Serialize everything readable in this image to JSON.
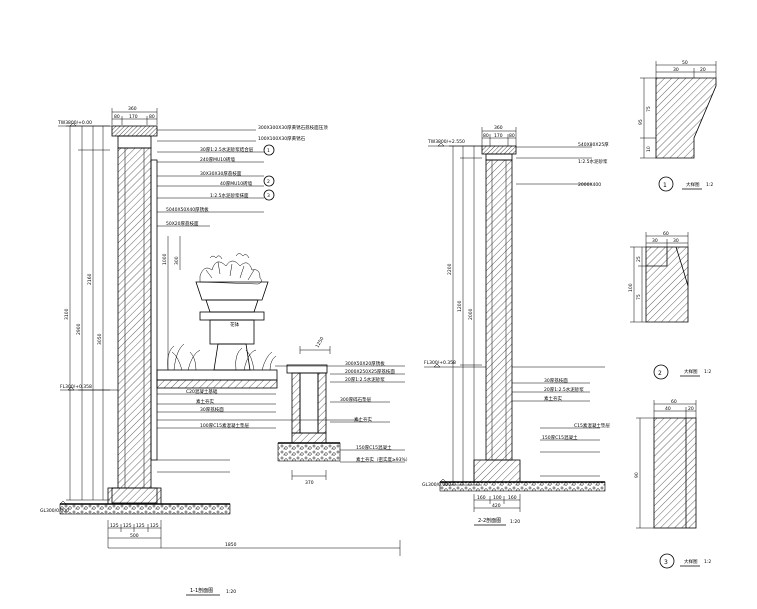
{
  "section_1": {
    "caption": "1-1剖面图",
    "scale": "1:20",
    "top_elev": "TW3800/+0.00",
    "ground_elev": "FL300/+0.358",
    "base_elev": "GL300/0.000",
    "dim_top_total": "360",
    "dim_top_parts": [
      "80",
      "170",
      "80"
    ],
    "dim_left_total": "3100",
    "dim_left_b": "2900",
    "dim_left_c": "3050",
    "dim_left_d": "2160",
    "dim_mid_a": "1000",
    "dim_mid_b": "300",
    "dim_bottom_parts": [
      "125",
      "125",
      "125",
      "125"
    ],
    "dim_bottom_total": "500",
    "dim_bottom_long": "1850",
    "dim_planter": "1250",
    "notes": [
      "300X300X30厚黄锈石荔枝面压顶",
      "100X100X30厚黄锈石",
      "30厚1:2.5水泥砂浆结合层",
      "240厚MU10砖墙",
      "30X30X30厚荔枝面",
      "40厚MU10砖墙",
      "5040X50X40厚锈板",
      "50X20厚荔枝面",
      "1:2.5水泥砂浆抹面",
      "花钵",
      "300X50X20厚锈板",
      "2000X250X25厚荔枝面",
      "20厚1:2.5水泥砂浆",
      "C20混凝土基础",
      "素土夯实",
      "30厚荔枝面",
      "100厚C15素混凝土垫层",
      "300厚碎石垫层",
      "素土夯实",
      "150厚C15混凝土",
      "素土夯实（密实度≥93%）"
    ],
    "callouts": [
      "1",
      "2",
      "3"
    ]
  },
  "section_2": {
    "caption": "2-2剖面图",
    "scale": "1:20",
    "top_elev": "TW3800/+2.550",
    "ground_elev": "FL300/+0.358",
    "base_elev": "GL300/0.000",
    "dim_top_total": "360",
    "dim_top_parts": [
      "80",
      "170",
      "80"
    ],
    "dim_left_total": "2200",
    "dim_left_b": "1200",
    "dim_left_c": "2000",
    "dim_bottom_parts": [
      "160",
      "100",
      "160"
    ],
    "dim_bottom_total": "420",
    "notes": [
      "540X80X25厚",
      "1:2.5水泥砂浆",
      "2000X400",
      "30厚荔枝面",
      "20厚1:2.5水泥砂浆",
      "素土夯实",
      "C15素混凝土垫层",
      "150厚C15混凝土"
    ]
  },
  "details": [
    {
      "number": "1",
      "label": "大样图",
      "scale": "1:2",
      "dims": [
        "50",
        "30",
        "20",
        "75",
        "10",
        "95"
      ]
    },
    {
      "number": "2",
      "label": "大样图",
      "scale": "1:2",
      "dims": [
        "60",
        "30",
        "30",
        "25",
        "75",
        "100"
      ]
    },
    {
      "number": "3",
      "label": "大样图",
      "scale": "1:2",
      "dims": [
        "60",
        "40",
        "20",
        "90"
      ]
    }
  ]
}
